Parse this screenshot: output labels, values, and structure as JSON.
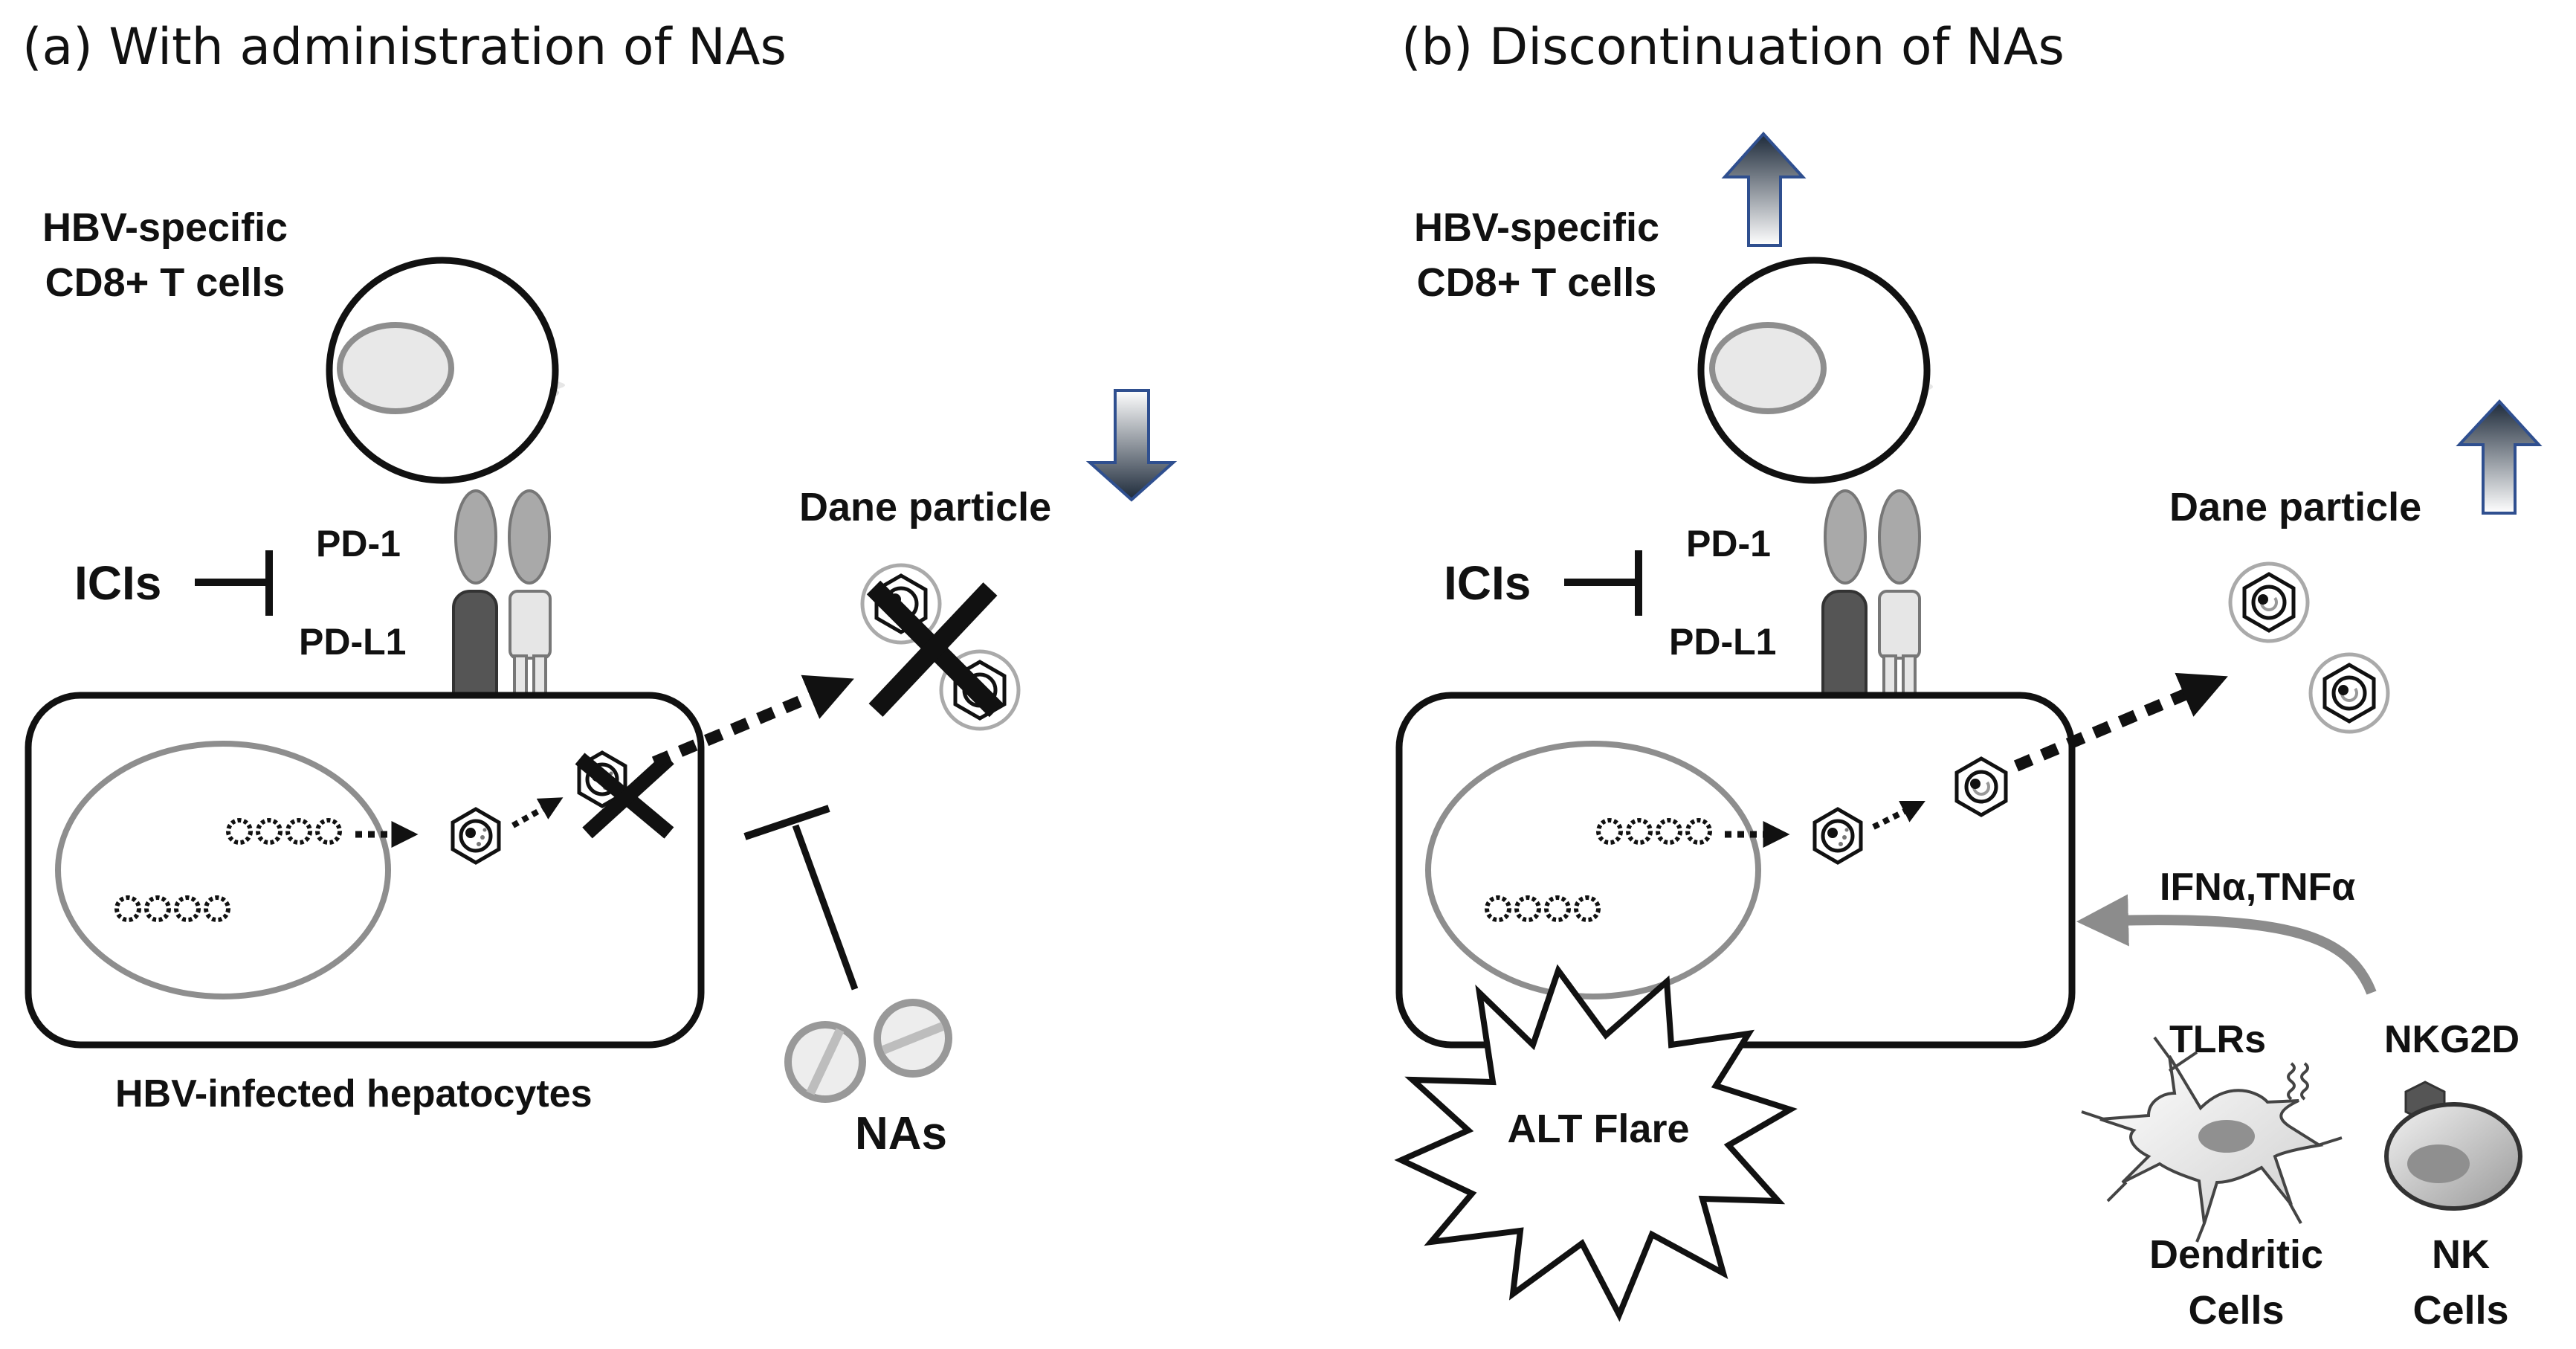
{
  "panel_a": {
    "heading": "(a) With administration of NAs",
    "tcell_label_line1": "HBV-specific",
    "tcell_label_line2": "CD8+ T cells",
    "icis": "ICIs",
    "pd1": "PD-1",
    "pdl1": "PD-L1",
    "dane_particle": "Dane particle",
    "hepatocytes": "HBV-infected hepatocytes",
    "nas": "NAs"
  },
  "panel_b": {
    "heading": "(b) Discontinuation of NAs",
    "tcell_label_line1": "HBV-specific",
    "tcell_label_line2": "CD8+ T cells",
    "icis": "ICIs",
    "pd1": "PD-1",
    "pdl1": "PD-L1",
    "dane_particle": "Dane particle",
    "cytokines": "IFNα,TNFα",
    "alt_flare": "ALT Flare",
    "tlrs": "TLRs",
    "nkg2d": "NKG2D",
    "dendritic_line1": "Dendritic",
    "dendritic_line2": "Cells",
    "nk_line1": "NK",
    "nk_line2": "Cells"
  },
  "colors": {
    "outline": "#111111",
    "receptor_grey": "#9a9a9a",
    "pdl1_dark": "#555555",
    "nucleus_grey": "#909090",
    "arrow_dark": "#1d2a3a",
    "arrow_border": "#2f4f8f"
  }
}
